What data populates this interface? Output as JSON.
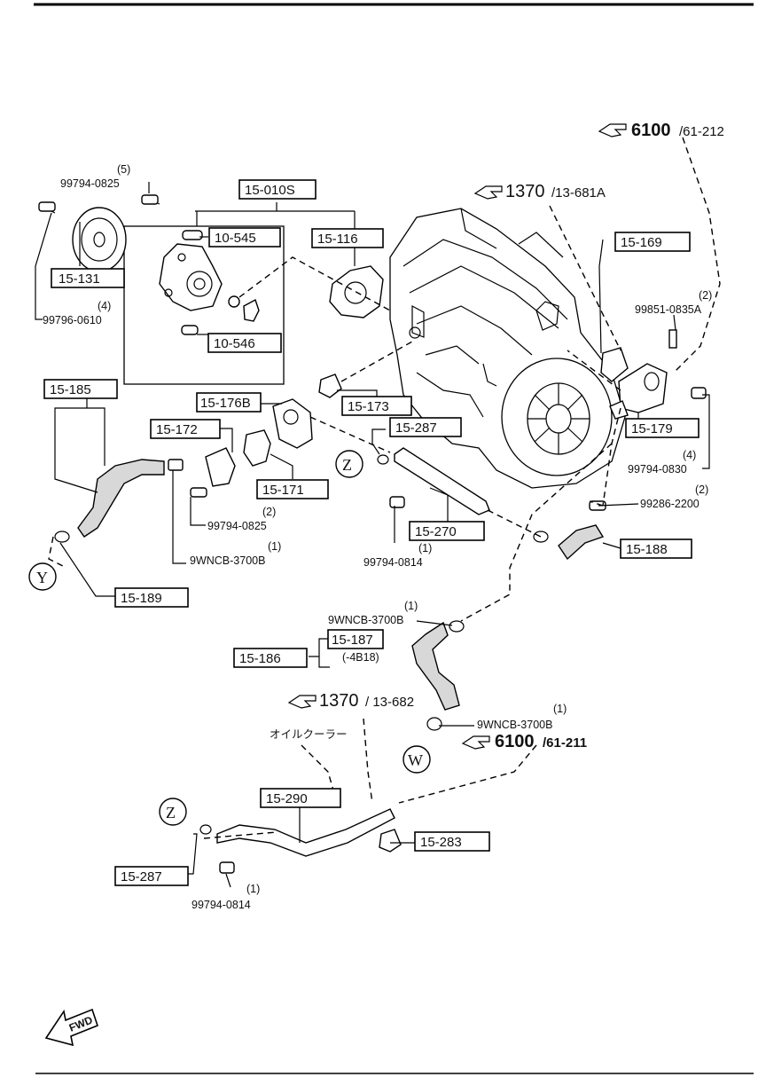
{
  "part_codes": {
    "p15_010S": "15-010S",
    "p10_545": "10-545",
    "p15_116": "15-116",
    "p15_131": "15-131",
    "p10_546": "10-546",
    "p15_169": "15-169",
    "p15_185": "15-185",
    "p15_176B": "15-176B",
    "p15_173": "15-173",
    "p15_172": "15-172",
    "p15_287a": "15-287",
    "p15_179": "15-179",
    "p15_171": "15-171",
    "p15_270": "15-270",
    "p15_188": "15-188",
    "p15_189": "15-189",
    "p15_187": "15-187",
    "p15_186": "15-186",
    "p15_290": "15-290",
    "p15_283": "15-283",
    "p15_287b": "15-287"
  },
  "fasteners": {
    "f99794_0825_top": "99794-0825",
    "f99794_0825_top_qty": "(5)",
    "f99796_0610": "99796-0610",
    "f99796_0610_qty": "(4)",
    "f99851_0835A": "99851-0835A",
    "f99851_0835A_qty": "(2)",
    "f99794_0830": "99794-0830",
    "f99794_0830_qty": "(4)",
    "f99286_2200": "99286-2200",
    "f99286_2200_qty": "(2)",
    "f99794_0825_mid": "99794-0825",
    "f99794_0825_mid_qty": "(2)",
    "f9WNCB_a": "9WNCB-3700B",
    "f9WNCB_a_qty": "(1)",
    "f99794_0814_a": "99794-0814",
    "f99794_0814_a_qty": "(1)",
    "f9WNCB_b": "9WNCB-3700B",
    "f9WNCB_b_qty": "(1)",
    "f9WNCB_c": "9WNCB-3700B",
    "f9WNCB_c_qty": "(1)",
    "f99794_0814_b": "99794-0814",
    "f99794_0814_b_qty": "(1)"
  },
  "references": {
    "r6100_top_num": "6100",
    "r6100_top_sub": "/61-212",
    "r1370_top_num": "1370",
    "r1370_top_sub": "/13-681A",
    "r1370_mid_num": "1370",
    "r1370_mid_sub": "/ 13-682",
    "r6100_mid_num": "6100",
    "r6100_mid_sub": "/61-211"
  },
  "notes": {
    "serial_note": "(-4B18)",
    "oil_cooler": "オイルクーラー"
  },
  "markers": {
    "z1": "Z",
    "y": "Y",
    "w": "W",
    "z2": "Z"
  },
  "fwd_label": "FWD"
}
